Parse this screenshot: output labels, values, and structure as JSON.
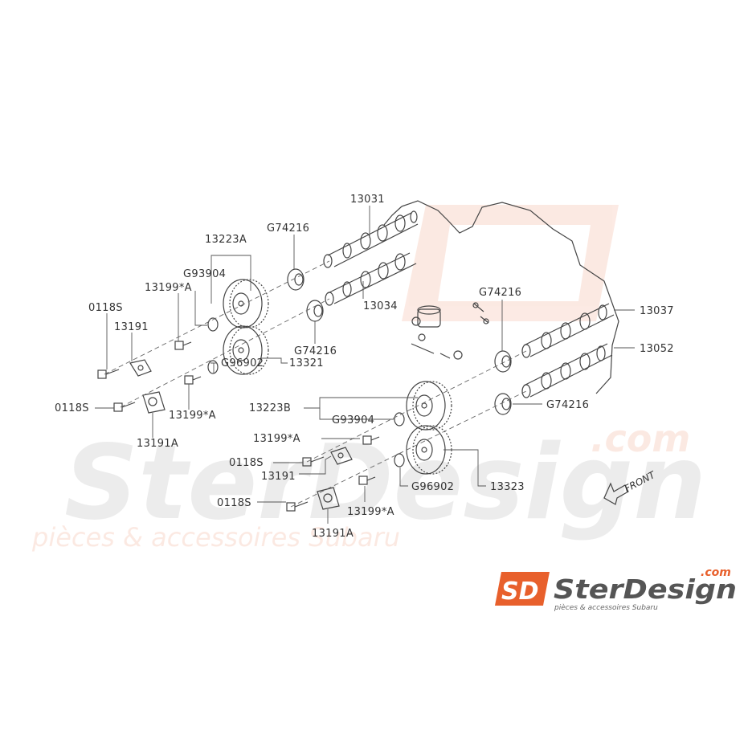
{
  "watermark": {
    "brand": "SterDesign",
    "domain": ".com",
    "tagline": "pièces & accessoires Subaru"
  },
  "logo": {
    "mark": "SD",
    "brand": "SterDesign",
    "domain": ".com",
    "tagline": "pièces & accessoires Subaru",
    "accent_color": "#e8602c"
  },
  "front_indicator": "FRONT",
  "labels": {
    "l13031": "13031",
    "l13223A": "13223A",
    "lG74216_top": "G74216",
    "lG93904_top": "G93904",
    "l13199A_top": "13199*A",
    "l0118S_1": "0118S",
    "l13191_1": "13191",
    "l13034": "13034",
    "lG74216_mid": "G74216",
    "lG96902_top": "G96902",
    "l13321": "13321",
    "l0118S_2": "0118S",
    "l13199A_2": "13199*A",
    "l13191A_1": "13191A",
    "lG74216_right": "G74216",
    "l13037": "13037",
    "l13052": "13052",
    "l13223B": "13223B",
    "lG93904_bot": "G93904",
    "lG74216_bot": "G74216",
    "l13199A_3": "13199*A",
    "l0118S_3": "0118S",
    "l13191_2": "13191",
    "lG96902_bot": "G96902",
    "l13323": "13323",
    "l0118S_4": "0118S",
    "l13199A_4": "13199*A",
    "l13191A_2": "13191A"
  }
}
